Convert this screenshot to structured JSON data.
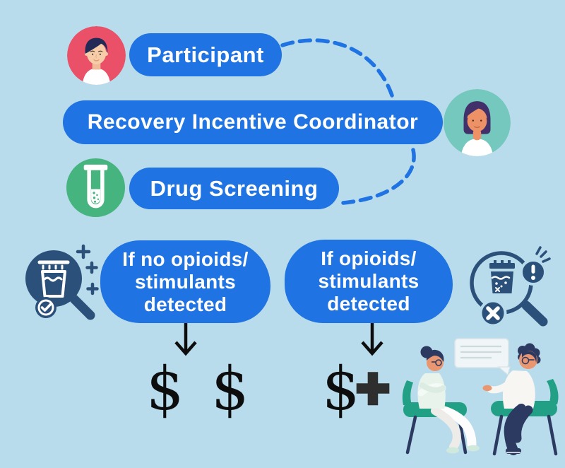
{
  "palette": {
    "background": "#b9dcec",
    "pill_blue": "#2073e2",
    "participant_red": "#ea5168",
    "coordinator_teal": "#74c8be",
    "screening_green": "#46b47e",
    "icon_navy": "#2b517a",
    "ink_black": "#0d0d0d",
    "plus_dark": "#2e2e2e",
    "chair_green": "#22a085"
  },
  "flow": {
    "participant_label": "Participant",
    "coordinator_label": "Recovery Incentive Coordinator",
    "screening_label": "Drug Screening"
  },
  "outcomes": {
    "negative": {
      "lines": [
        "If no opioids/",
        "stimulants",
        "detected"
      ],
      "reward": "$ $"
    },
    "positive": {
      "lines": [
        "If opioids/",
        "stimulants",
        "detected"
      ],
      "reward": "$",
      "plus": "+"
    }
  },
  "icons": {
    "participant_avatar": "man-avatar",
    "coordinator_avatar": "woman-avatar",
    "screening": "test-tube-icon",
    "negative_screen": "magnifier-specimen-check-icon",
    "positive_screen": "magnifier-specimen-alert-icon",
    "arrows": "down-arrow-icon",
    "counseling": "counseling-session-illustration"
  }
}
